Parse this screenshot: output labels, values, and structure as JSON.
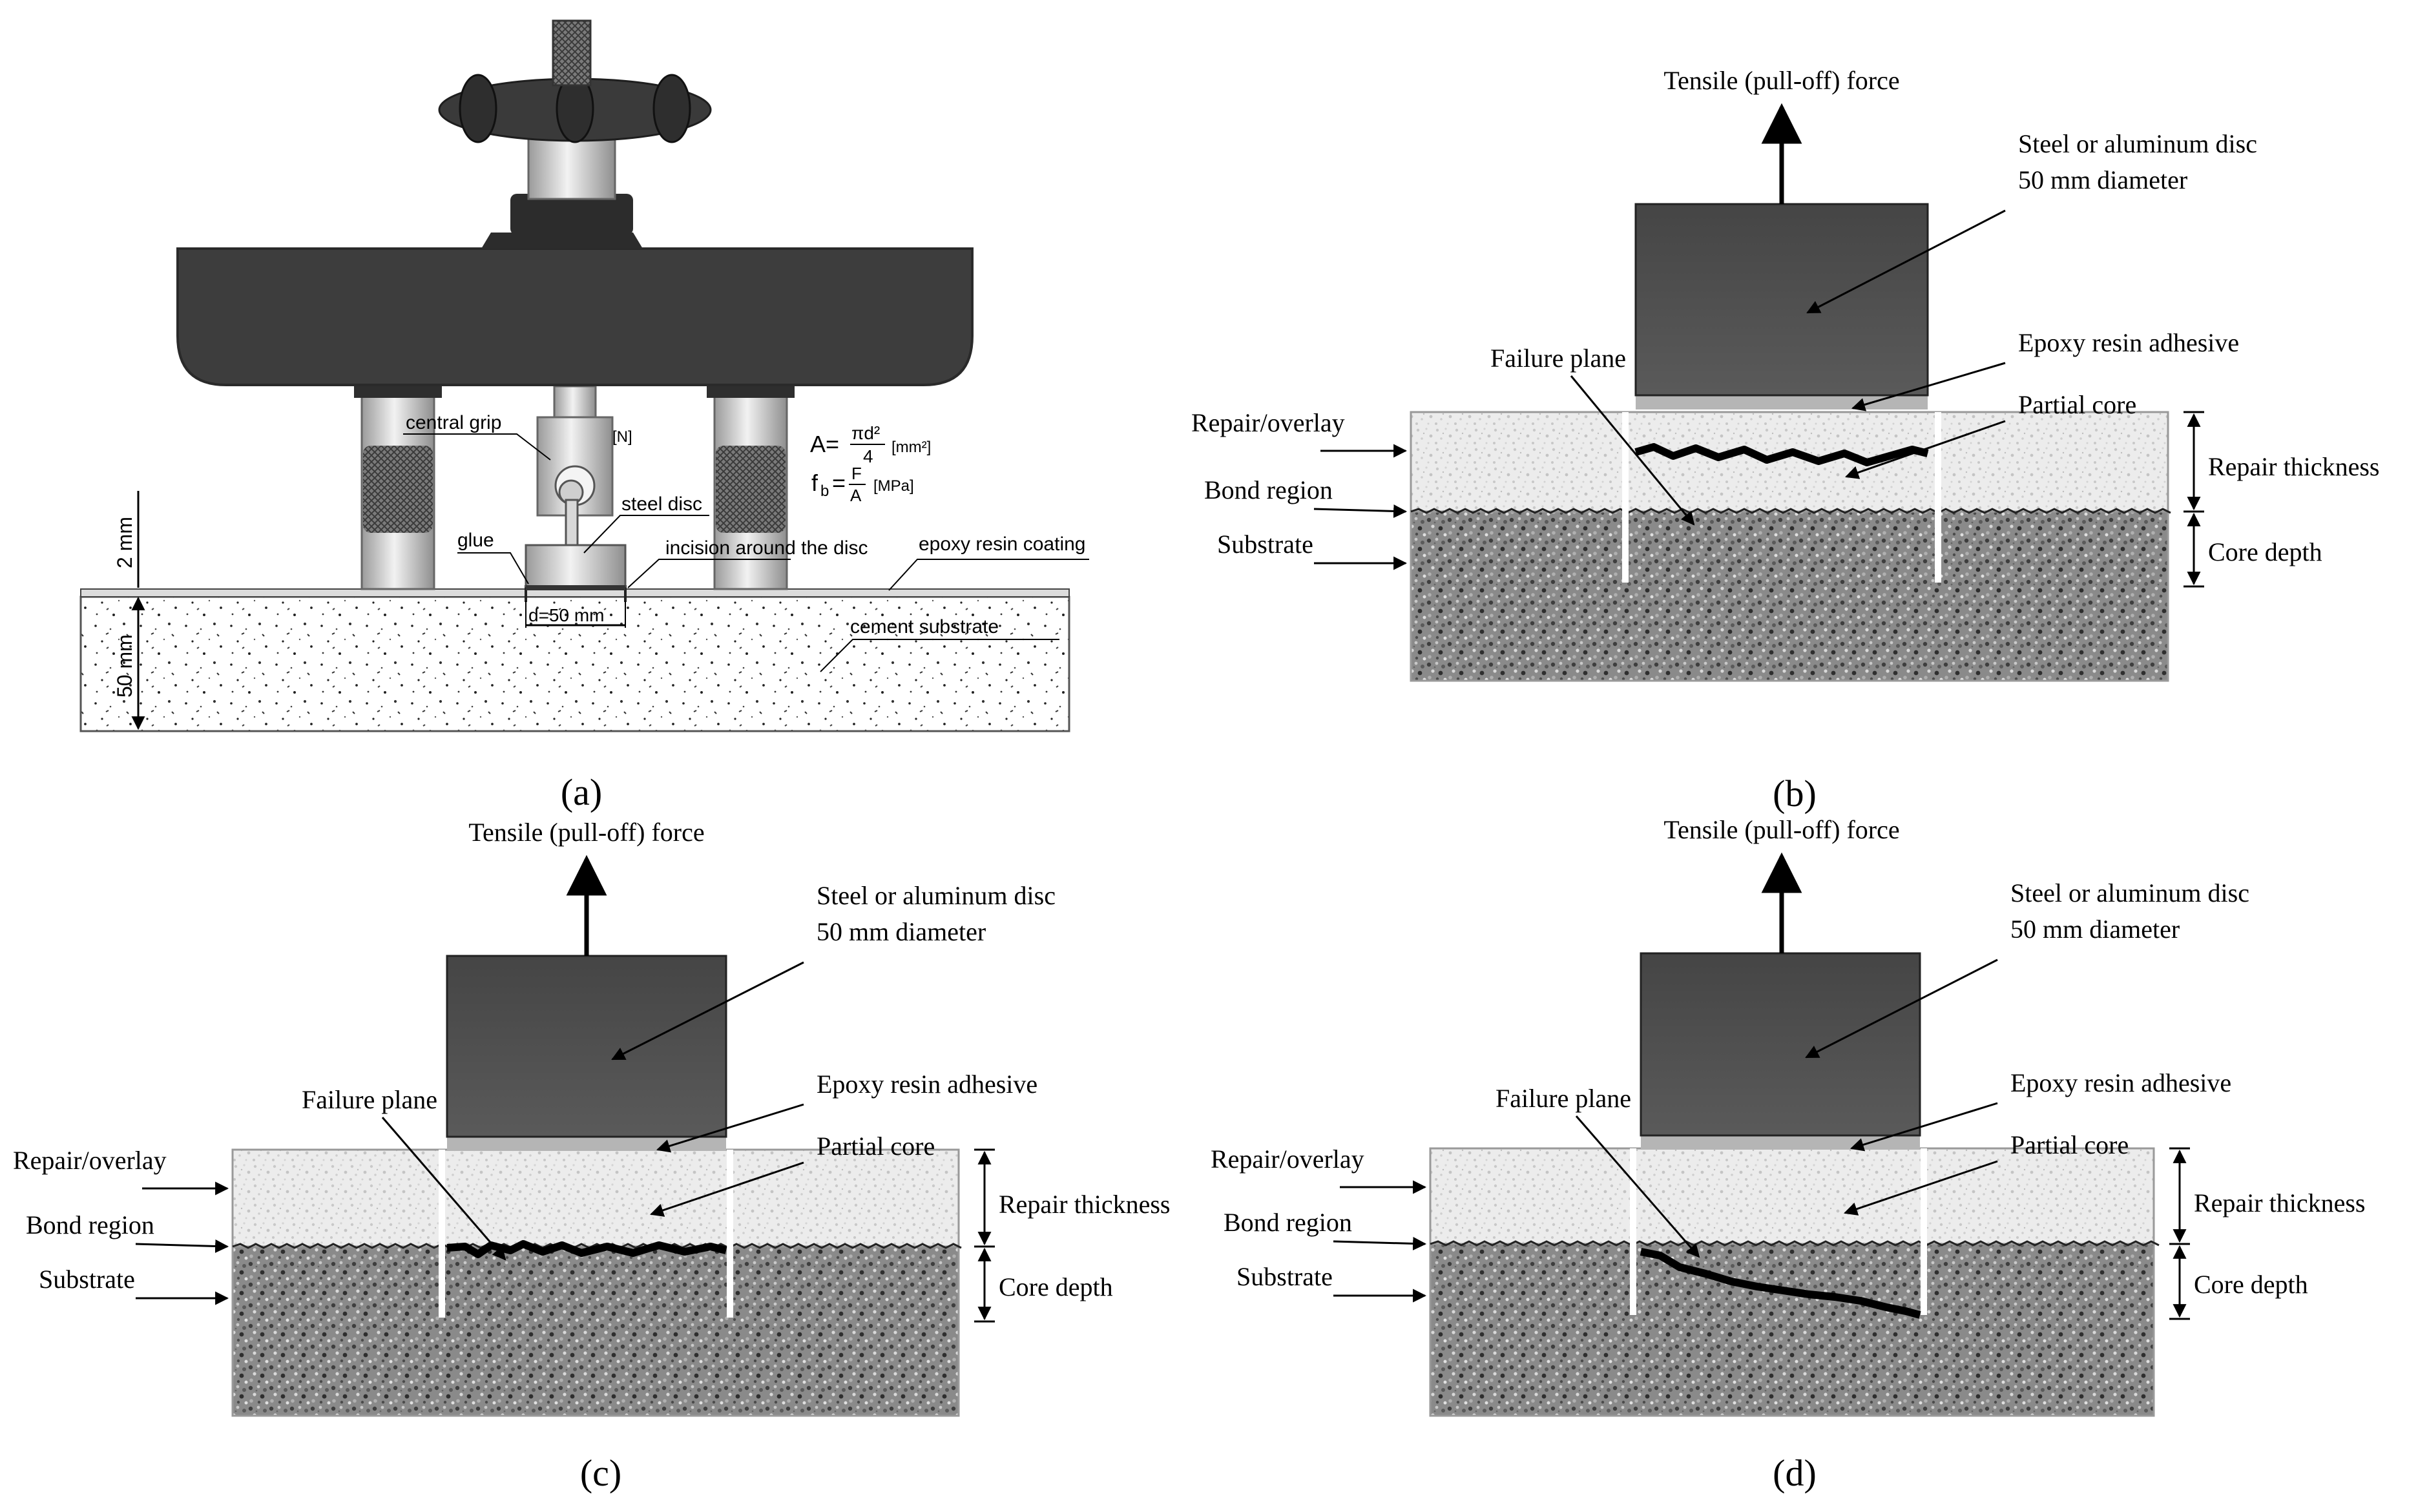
{
  "panel_a": {
    "label_central_grip": "central grip",
    "label_force_unit": "[N]",
    "label_steel_disc": "steel disc",
    "label_glue": "glue",
    "label_incision": "incision around the disc",
    "label_epoxy_coating": "epoxy resin coating",
    "label_diameter": "d=50 mm",
    "label_cement": "cement substrate",
    "dim_coating": "2 mm",
    "dim_substrate": "50 mm",
    "formula_area_lhs": "A=",
    "formula_area_num": "πd²",
    "formula_area_den": "4",
    "formula_area_unit": "[mm²]",
    "formula_strength_lhs": "f",
    "formula_strength_sub": "b",
    "formula_strength_eq": "=",
    "formula_strength_num": "F",
    "formula_strength_den": "A",
    "formula_strength_unit": "[MPa]",
    "caption": "(a)"
  },
  "panels": {
    "b": {
      "force": "Tensile  (pull-off)  force",
      "disc_1": "Steel or aluminum  disc",
      "disc_2": "50  mm  diameter",
      "adhesive": "Epoxy  resin  adhesive",
      "core": "Partial  core",
      "failure": "Failure  plane",
      "repair": "Repair/overlay",
      "bond": "Bond  region",
      "substrate": "Substrate",
      "thickness": "Repair  thickness",
      "depth": "Core  depth",
      "caption": "(b)"
    },
    "c": {
      "force": "Tensile  (pull-off)  force",
      "disc_1": "Steel or aluminum  disc",
      "disc_2": "50  mm  diameter",
      "adhesive": "Epoxy  resin  adhesive",
      "core": "Partial  core",
      "failure": "Failure  plane",
      "repair": "Repair/overlay",
      "bond": "Bond  region",
      "substrate": "Substrate",
      "thickness": "Repair  thickness",
      "depth": "Core  depth",
      "caption": "(c)"
    },
    "d": {
      "force": "Tensile  (pull-off)  force",
      "disc_1": "Steel or aluminum  disc",
      "disc_2": "50  mm  diameter",
      "adhesive": "Epoxy  resin  adhesive",
      "core": "Partial  core",
      "failure": "Failure  plane",
      "repair": "Repair/overlay",
      "bond": "Bond  region",
      "substrate": "Substrate",
      "thickness": "Repair  thickness",
      "depth": "Core  depth",
      "caption": "(d)"
    }
  },
  "colors": {
    "frame": "#3a3a3a",
    "disc": "#4a4a4a",
    "repair": "#ececec",
    "substrate": "#7a7a7a",
    "adhesive": "#b5b5b5",
    "crack": "#000000"
  }
}
